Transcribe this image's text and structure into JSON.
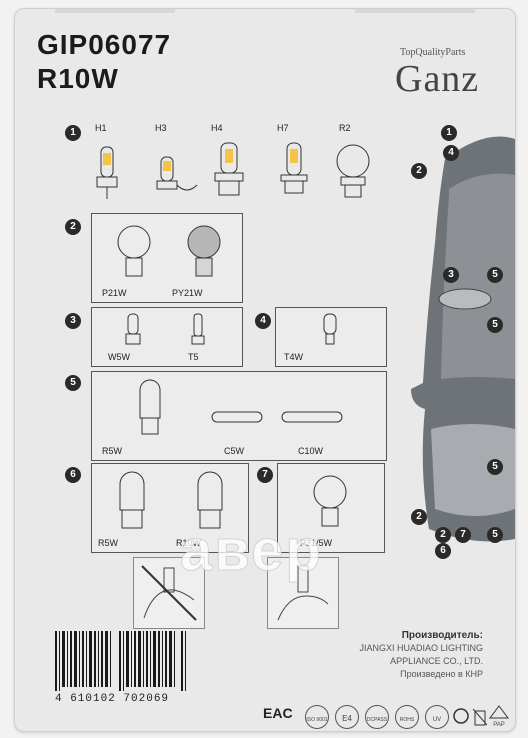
{
  "header": {
    "code": "GIP06077",
    "model": "R10W",
    "brand_tagline": "TopQualityParts",
    "brand": "Ganz"
  },
  "sections": [
    {
      "num": "1",
      "bulbs": [
        "H1",
        "H3",
        "H4",
        "H7",
        "R2"
      ]
    },
    {
      "num": "2",
      "bulbs": [
        "P21W",
        "PY21W"
      ]
    },
    {
      "num": "3",
      "bulbs": [
        "W5W",
        "T5"
      ]
    },
    {
      "num": "4",
      "bulbs": [
        "T4W"
      ]
    },
    {
      "num": "5",
      "bulbs": [
        "R5W",
        "C5W",
        "C10W"
      ]
    },
    {
      "num": "6",
      "bulbs": [
        "R5W",
        "R10W"
      ]
    },
    {
      "num": "7",
      "bulbs": [
        "P21/5W"
      ]
    }
  ],
  "car_markers": [
    "1",
    "4",
    "2",
    "3",
    "5",
    "5",
    "5",
    "2",
    "2",
    "7",
    "5",
    "6"
  ],
  "watermark": "авер",
  "manufacturer": {
    "heading": "Производитель:",
    "line1": "JIANGXI HUADIAO LIGHTING",
    "line2": "APPLIANCE CO., LTD.",
    "made_in": "Произведено в КНР"
  },
  "barcode_number": "4 610102 702069",
  "certs": [
    "EAC",
    "ISO 9001",
    "E4",
    "DCPASS",
    "ROHS",
    "UV",
    "PAP"
  ],
  "colors": {
    "card": "#e9e9ea",
    "ink": "#1b1b1b",
    "car": "#6e7378"
  }
}
